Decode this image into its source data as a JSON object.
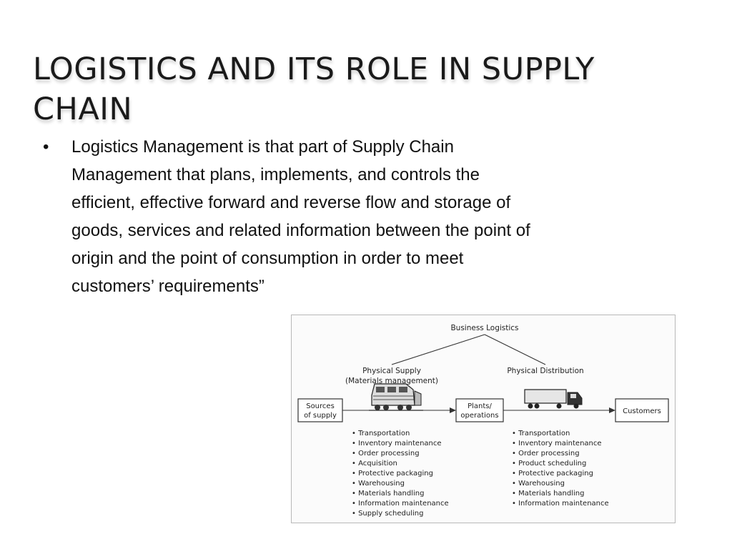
{
  "slide": {
    "title_lines": [
      "LOGISTICS AND ITS ROLE IN SUPPLY",
      "CHAIN"
    ],
    "bullet_mark": "•",
    "bullet_lines": [
      "Logistics Management is that part of Supply Chain",
      "Management that plans, implements, and controls the",
      "efficient, effective forward and reverse flow and storage of",
      "goods, services and related information between the point of",
      "origin and the point of consumption in order to meet",
      "customers’ requirements”"
    ]
  },
  "diagram": {
    "top": "Business Logistics",
    "left_branch": [
      "Physical Supply",
      "(Materials management)"
    ],
    "right_branch": "Physical Distribution",
    "sources": [
      "Sources",
      "of supply"
    ],
    "plants": [
      "Plants/",
      "operations"
    ],
    "customers": "Customers",
    "supply_list": [
      "• Transportation",
      "• Inventory maintenance",
      "• Order processing",
      "• Acquisition",
      "• Protective packaging",
      "• Warehousing",
      "• Materials handling",
      "• Information maintenance",
      "• Supply scheduling"
    ],
    "distribution_list": [
      "• Transportation",
      "• Inventory maintenance",
      "• Order processing",
      "• Product scheduling",
      "• Protective packaging",
      "• Warehousing",
      "• Materials handling",
      "• Information maintenance"
    ]
  }
}
